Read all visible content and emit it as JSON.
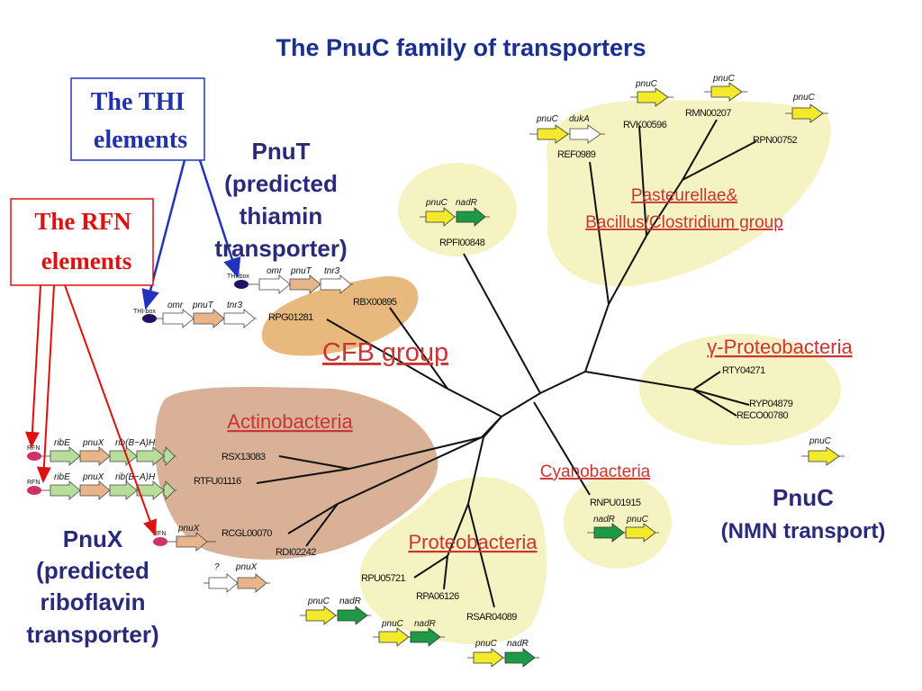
{
  "title": "The PnuC family of transporters",
  "callouts": {
    "thi_line1": "The THI",
    "thi_line2": "elements",
    "rfn_line1": "The RFN",
    "rfn_line2": "elements"
  },
  "labels": {
    "pnut": [
      "PnuT",
      "(predicted",
      "thiamin",
      "transporter)"
    ],
    "pnux": [
      "PnuX",
      "(predicted",
      "riboflavin",
      "transporter)"
    ],
    "pnuc": [
      "PnuC",
      "(NMN transport)"
    ]
  },
  "groups": {
    "pasteurellae_1": "Pasteurellae&",
    "pasteurellae_2": "Bacillus/Clostridium group",
    "gamma": "γ-Proteobacteria",
    "cfb": "CFB group",
    "actino": "Actinobacteria",
    "cyano": "Cyanobacteria",
    "proteo": "Proteobacteria"
  },
  "nodes": {
    "rmn": "RMN00207",
    "rvk": "RVK00596",
    "rpn": "RPN00752",
    "ref": "REF0989",
    "rpf": "RPFI00848",
    "rbx": "RBX00895",
    "rpg": "RPG01281",
    "rty": "RTY04271",
    "ryp": "RYP04879",
    "reco": "RECO00780",
    "rsx": "RSX13083",
    "rtfu": "RTFU01116",
    "rcgl": "RCGL00070",
    "rdi": "RDI02242",
    "rnpu": "RNPU01915",
    "rpu": "RPU05721",
    "rpa": "RPA06126",
    "rsar": "RSAR04089"
  },
  "genes": {
    "pnuC": "pnuC",
    "nadR": "nadR",
    "dukA": "dukA",
    "omr": "omr",
    "pnuT": "pnuT",
    "tnr3": "tnr3",
    "ribE": "ribE",
    "pnuX": "pnuX",
    "ribBA": "rib(B~A)H",
    "question": "?",
    "thibox": "THI-box",
    "rfn": "RFN"
  },
  "colors": {
    "title": "#1a2f8f",
    "group_label": "#cc3333",
    "yellow_blob": "#f6f3c3",
    "tan_blob": "#d9b196",
    "orange_blob": "#e8b97c",
    "gene_yellow": "#f2ea2a",
    "gene_green": "#1e9a46",
    "thi_arrow": "#2233bb",
    "rfn_arrow": "#dd1111"
  }
}
